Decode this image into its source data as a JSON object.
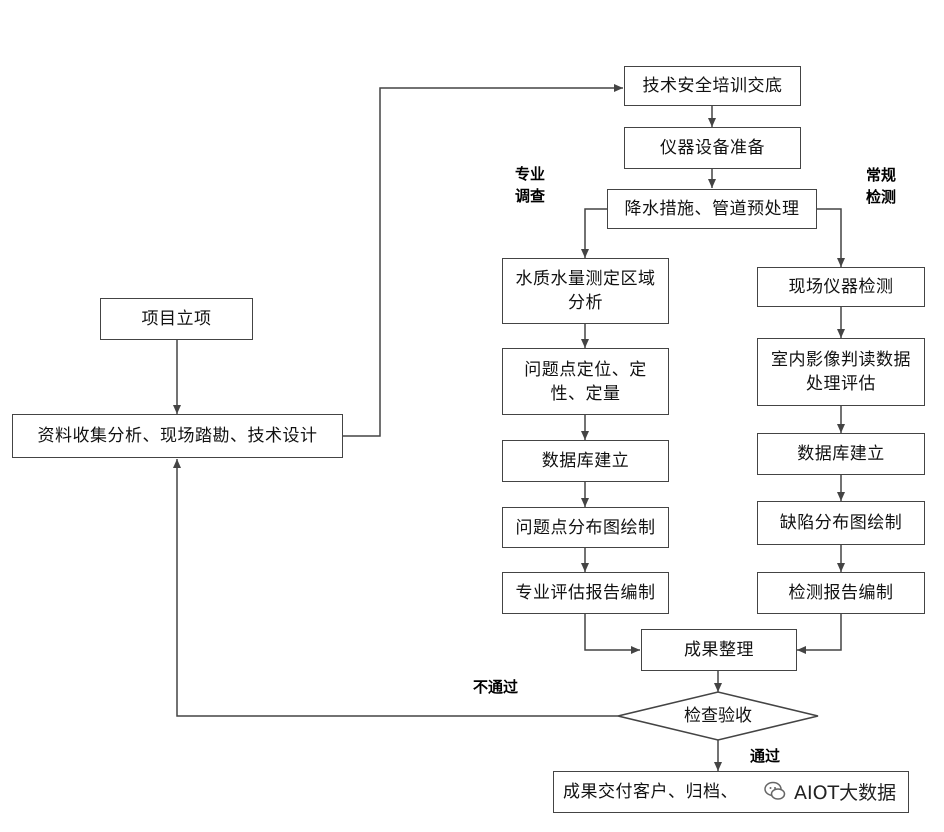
{
  "nodes": {
    "safety_training": "技术安全培训交底",
    "instrument_prep": "仪器设备准备",
    "dewatering": "降水措施、管道预处理",
    "project_setup": "项目立项",
    "data_collection": "资料收集分析、现场踏勘、技术设计",
    "water_quality": "水质水量测定区域\n分析",
    "problem_locate": "问题点定位、定\n性、定量",
    "db_left": "数据库建立",
    "problem_map": "问题点分布图绘制",
    "special_report": "专业评估报告编制",
    "field_inspection": "现场仪器检测",
    "image_interpret": "室内影像判读数据\n处理评估",
    "db_right": "数据库建立",
    "defect_map": "缺陷分布图绘制",
    "inspection_report": "检测报告编制",
    "result_organize": "成果整理",
    "acceptance": "检查验收",
    "delivery": "成果交付客户、归档、"
  },
  "labels": {
    "special_survey": "专业\n调查",
    "routine_inspection": "常规\n检测",
    "fail": "不通过",
    "pass": "通过"
  },
  "watermark": {
    "text": "AIOT大数据",
    "icon": "wechat-icon"
  },
  "colors": {
    "line": "#444444",
    "border": "#444444",
    "background": "#ffffff"
  }
}
